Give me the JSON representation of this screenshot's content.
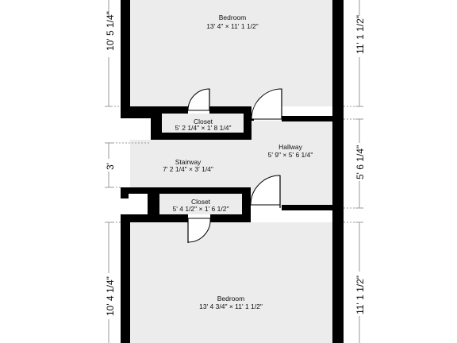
{
  "rooms": {
    "bedroom_top": {
      "name": "Bedroom",
      "size": "13' 4\" × 11' 1 1/2\""
    },
    "closet_top": {
      "name": "Closet",
      "size": "5' 2 1/4\" × 1' 8 1/4\""
    },
    "stairway": {
      "name": "Stairway",
      "size": "7' 2 1/4\" × 3' 1/4\""
    },
    "hallway": {
      "name": "Hallway",
      "size": "5' 9\" × 5' 6 1/4\""
    },
    "closet_bottom": {
      "name": "Closet",
      "size": "5' 4 1/2\" × 1' 6 1/2\""
    },
    "bedroom_bottom": {
      "name": "Bedroom",
      "size": "13' 4 3/4\" × 11' 1 1/2\""
    }
  },
  "dimensions": {
    "left_top": "10' 5 1/4\"",
    "left_middle": "3'",
    "left_bottom": "10' 4 1/4\"",
    "right_top": "11' 1 1/2\"",
    "right_middle": "5' 6 1/4\"",
    "right_bottom": "11' 1 1/2\""
  },
  "colors": {
    "room_fill": "#ececec",
    "wall": "#000000",
    "dimension_line": "#9a9a9a"
  }
}
